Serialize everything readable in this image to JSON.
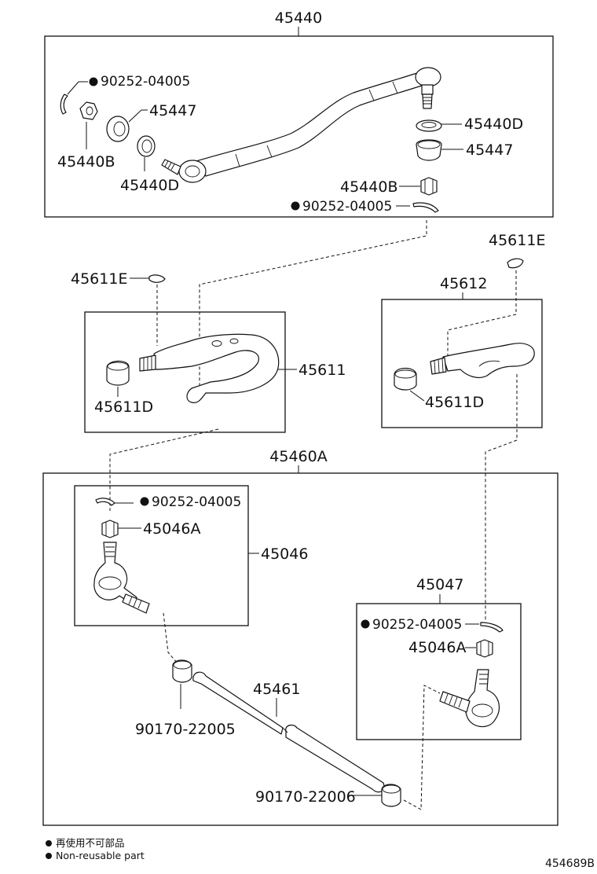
{
  "assemblies": {
    "tie_rod_assembly": "45440",
    "drag_link_assembly": "45460A",
    "relay_rod_end_outer": "45047"
  },
  "parts": {
    "cotter_pin_top_left": "90252-04005",
    "nut_top_left": "45440B",
    "cover_top_left": "45447",
    "seal_top_left": "45440D",
    "seal_top_right": "45440D",
    "cover_top_right": "45447",
    "nut_top_right": "45440B",
    "cotter_pin_top_right": "90252-04005",
    "key_left": "45611E",
    "key_right": "45611E",
    "knuckle_arm_left": "45611",
    "knuckle_arm_right": "45612",
    "bushing_left": "45611D",
    "bushing_right": "45611D",
    "cotter_pin_mid_left": "90252-04005",
    "castle_nut_left": "45046A",
    "tie_rod_end_left": "45046",
    "cotter_pin_mid_right": "90252-04005",
    "castle_nut_right": "45046A",
    "clamp_nut_upper": "90170-22005",
    "adjusting_tube": "45461",
    "clamp_nut_lower": "90170-22006"
  },
  "legend": {
    "non_reusable_jp": "再使用不可部品",
    "non_reusable_en": "Non-reusable part"
  },
  "figure_code": "454689B"
}
